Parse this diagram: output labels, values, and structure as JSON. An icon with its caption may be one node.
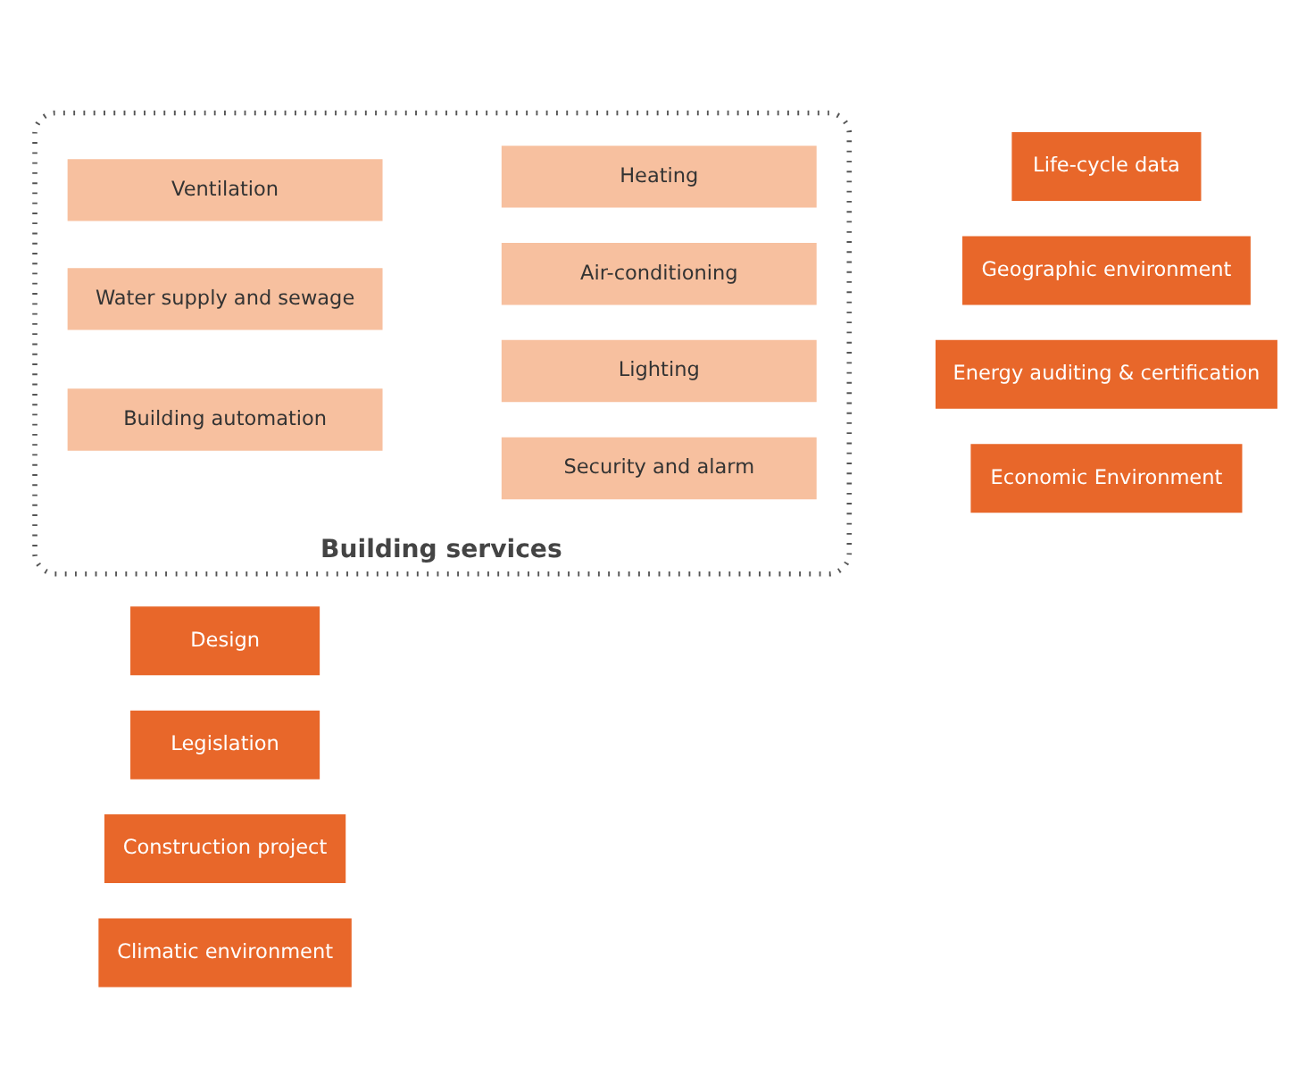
{
  "diagram": {
    "nodes": [
      {
        "text": [
          "Building services"
        ]
      },
      {
        "text": [
          "Heating"
        ],
        "in": 0
      },
      {
        "text": [
          "Ventilation"
        ],
        "in": 0
      },
      {
        "text": [
          "Air-conditioning"
        ],
        "in": 0
      },
      {
        "text": [
          "Water supply and sewage"
        ],
        "in": 0
      },
      {
        "text": [
          "Lighting"
        ],
        "in": 0
      },
      {
        "text": [
          "Building automation"
        ],
        "in": 0
      },
      {
        "text": [
          "Security and alarm"
        ],
        "in": 0
      },
      {
        "text": [
          "Design"
        ]
      },
      {
        "text": [
          "Legislation"
        ]
      },
      {
        "text": [
          "Construction project"
        ]
      },
      {
        "text": [
          "Climatic environment"
        ]
      },
      {
        "text": [
          "Life-cycle data"
        ]
      },
      {
        "text": [
          "Geographic environment"
        ]
      },
      {
        "text": [
          "Energy auditing & certification"
        ]
      },
      {
        "text": [
          "Economic Environment"
        ]
      }
    ],
    "edges": []
  }
}
